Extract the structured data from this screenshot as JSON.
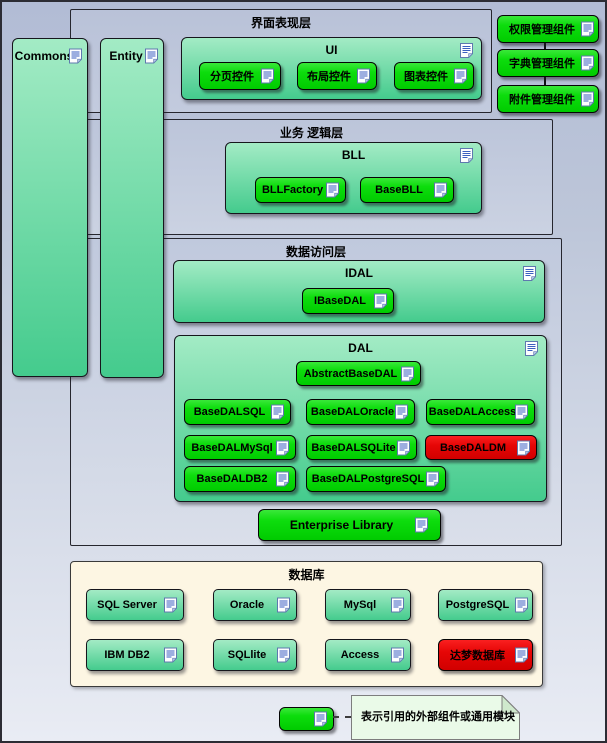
{
  "colors": {
    "component_green": "#0ddd0d",
    "module_green_top": "#a3ebc5",
    "module_green_bottom": "#44cb8d",
    "alert_red": "#e60606",
    "layer_blue": "#c0c9dd",
    "database_layer_bg": "#fdf6e3",
    "note_bg": "#eafae8"
  },
  "columns": {
    "commons": "Commons",
    "entity": "Entity"
  },
  "presentation_layer": {
    "title": "界面表现层",
    "ui": {
      "title": "UI",
      "items": [
        "分页控件",
        "布局控件",
        "图表控件"
      ]
    }
  },
  "side_components": [
    "权限管理组件",
    "字典管理组件",
    "附件管理组件"
  ],
  "business_layer": {
    "title": "业务 逻辑层",
    "bll": {
      "title": "BLL",
      "items": [
        "BLLFactory",
        "BaseBLL"
      ]
    }
  },
  "data_access_layer": {
    "title": "数据访问层",
    "idal": {
      "title": "IDAL",
      "items": [
        "IBaseDAL"
      ]
    },
    "dal": {
      "title": "DAL",
      "abstract": "AbstractBaseDAL",
      "providers": [
        {
          "label": "BaseDALSQL",
          "highlight": false
        },
        {
          "label": "BaseDALOracle",
          "highlight": false
        },
        {
          "label": "BaseDALAccess",
          "highlight": false
        },
        {
          "label": "BaseDALMySql",
          "highlight": false
        },
        {
          "label": "BaseDALSQLite",
          "highlight": false
        },
        {
          "label": "BaseDALDM",
          "highlight": true
        },
        {
          "label": "BaseDALDB2",
          "highlight": false
        },
        {
          "label": "BaseDALPostgreSQL",
          "highlight": false
        }
      ]
    },
    "enterprise_library": "Enterprise Library"
  },
  "database_layer": {
    "title": "数据库",
    "databases": [
      {
        "label": "SQL Server",
        "highlight": false
      },
      {
        "label": "Oracle",
        "highlight": false
      },
      {
        "label": "MySql",
        "highlight": false
      },
      {
        "label": "PostgreSQL",
        "highlight": false
      },
      {
        "label": "IBM DB2",
        "highlight": false
      },
      {
        "label": "SQLlite",
        "highlight": false
      },
      {
        "label": "Access",
        "highlight": false
      },
      {
        "label": "达梦数据库",
        "highlight": true
      }
    ]
  },
  "legend": {
    "symbol_icon": "document-icon",
    "note_text": "表示引用的外部组件或通用模块"
  }
}
